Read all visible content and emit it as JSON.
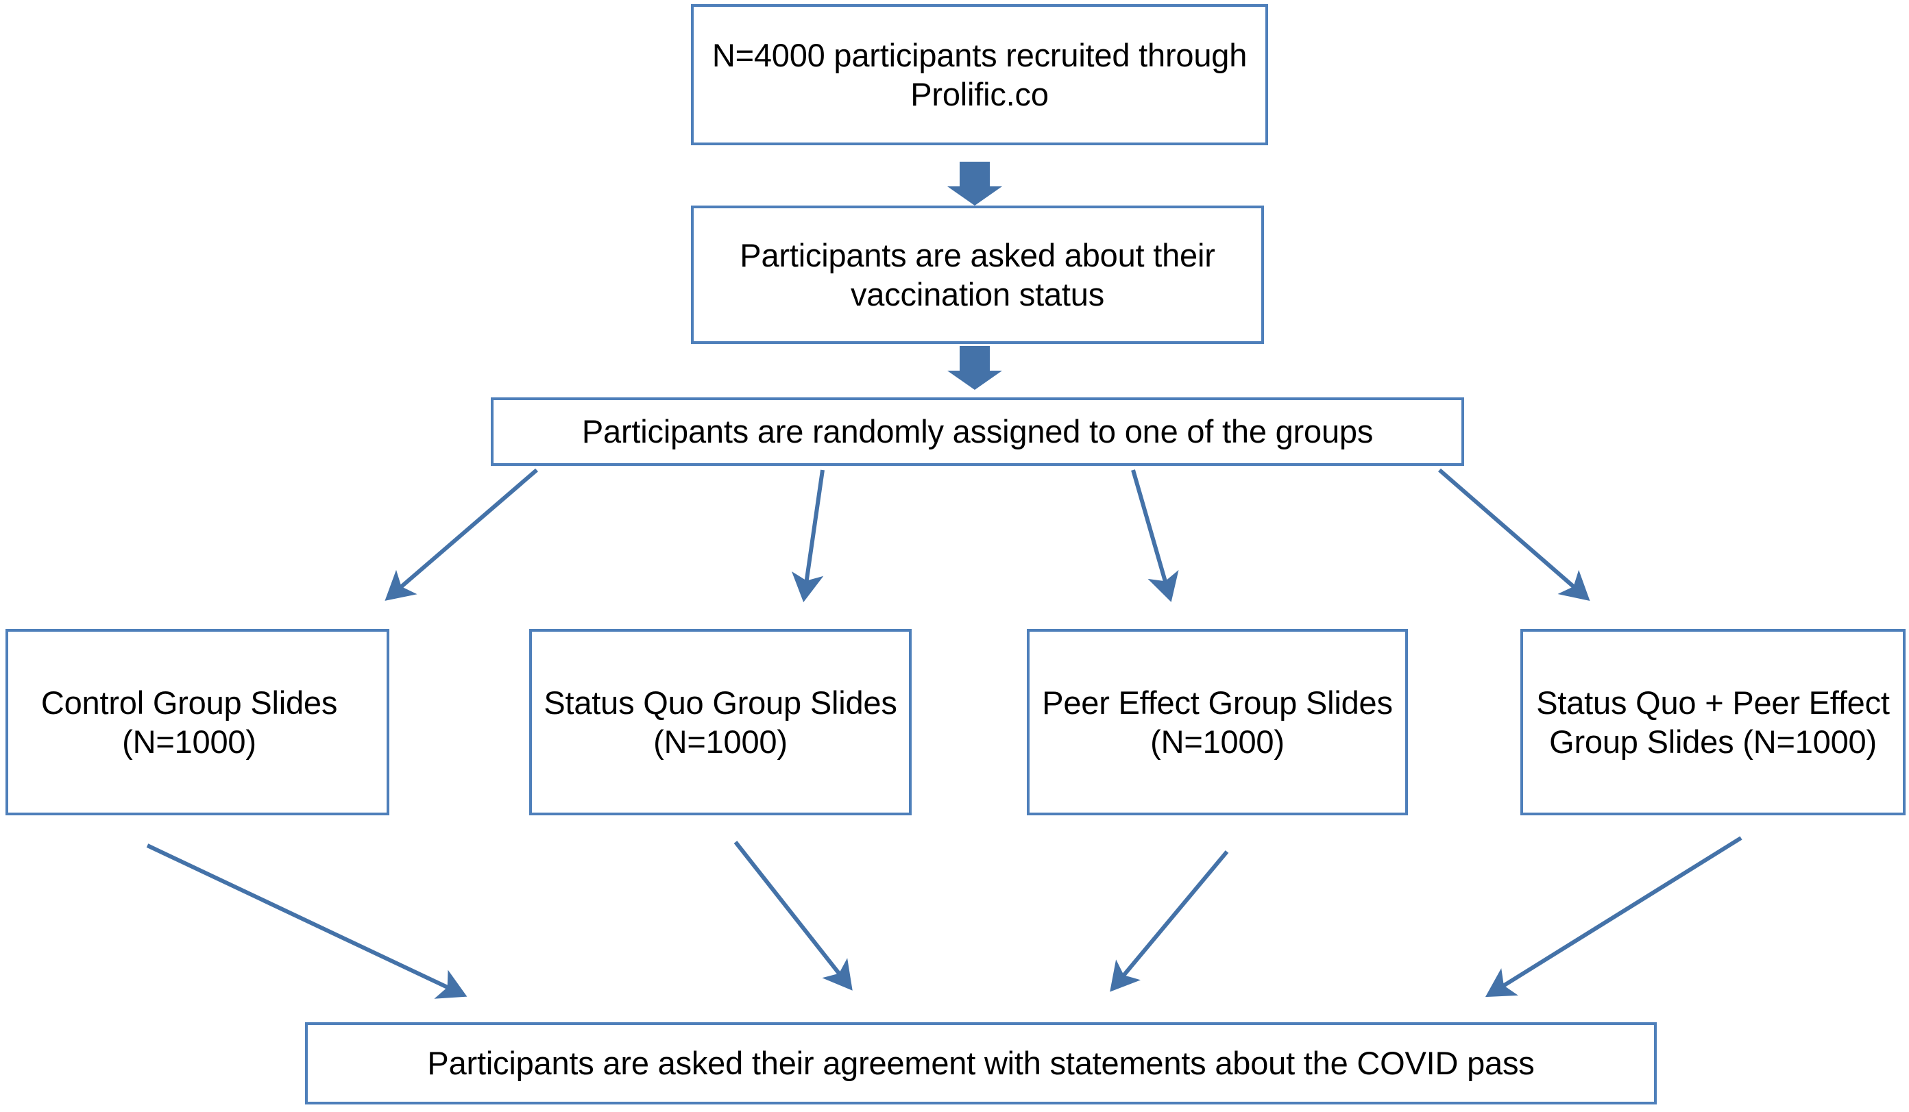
{
  "diagram": {
    "title": "Study participant flow diagram",
    "colors": {
      "box_border": "#4e7fba",
      "box_fill": "#ffffff",
      "arrow": "#4472a8",
      "text": "#000000",
      "background": "#ffffff"
    },
    "nodes": {
      "recruited": "N=4000 participants recruited through Prolific.co",
      "vaccination_status": "Participants are asked about their vaccination status",
      "randomly_assigned": "Participants are randomly assigned to one of the groups",
      "control_group": "Control Group Slides (N=1000)",
      "status_quo_group": "Status Quo Group Slides (N=1000)",
      "peer_effect_group": "Peer Effect Group Slides (N=1000)",
      "status_quo_peer_effect_group": "Status Quo + Peer Effect Group Slides (N=1000)",
      "agreement": "Participants are asked their agreement with statements about the COVID pass"
    },
    "connectors": [
      {
        "name": "recruited-to-vaccination-status",
        "style": "block-arrow",
        "direction": "down"
      },
      {
        "name": "vaccination-status-to-assignment",
        "style": "block-arrow",
        "direction": "down"
      },
      {
        "name": "assignment-to-control",
        "style": "line-arrow",
        "direction": "down-left"
      },
      {
        "name": "assignment-to-status-quo",
        "style": "line-arrow",
        "direction": "down-left"
      },
      {
        "name": "assignment-to-peer-effect",
        "style": "line-arrow",
        "direction": "down-right"
      },
      {
        "name": "assignment-to-status-quo-peer-effect",
        "style": "line-arrow",
        "direction": "down-right"
      },
      {
        "name": "control-to-agreement",
        "style": "line-arrow",
        "direction": "down-right"
      },
      {
        "name": "status-quo-to-agreement",
        "style": "line-arrow",
        "direction": "down-right"
      },
      {
        "name": "peer-effect-to-agreement",
        "style": "line-arrow",
        "direction": "down-left"
      },
      {
        "name": "status-quo-peer-effect-to-agreement",
        "style": "line-arrow",
        "direction": "down-left"
      }
    ]
  }
}
